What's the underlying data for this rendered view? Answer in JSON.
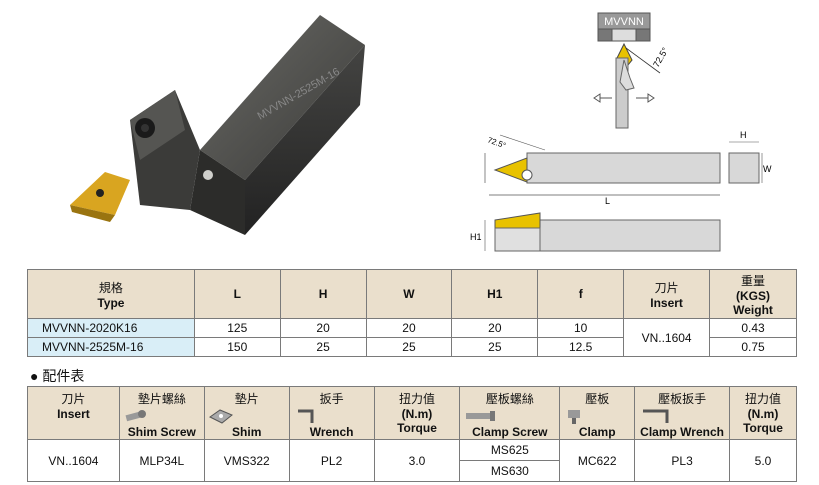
{
  "drawing": {
    "model_label": "MVVNN",
    "holder_marking": "MVVNN-2525M-16",
    "angle_top": "72.5°",
    "angle_side": "72.5°",
    "dim_L": "L",
    "dim_H": "H",
    "dim_W": "W",
    "dim_H1": "H1"
  },
  "spec_table": {
    "headers": [
      {
        "zh": "規格",
        "en": "Type"
      },
      {
        "zh": "",
        "en": "L"
      },
      {
        "zh": "",
        "en": "H"
      },
      {
        "zh": "",
        "en": "W"
      },
      {
        "zh": "",
        "en": "H1"
      },
      {
        "zh": "",
        "en": "f"
      },
      {
        "zh": "刀片",
        "en": "Insert"
      },
      {
        "zh": "重量",
        "en": "(KGS)\nWeight"
      }
    ],
    "rows": [
      {
        "type": "MVVNN-2020K16",
        "L": "125",
        "H": "20",
        "W": "20",
        "H1": "20",
        "f": "10",
        "weight": "0.43"
      },
      {
        "type": "MVVNN-2525M-16",
        "L": "150",
        "H": "25",
        "W": "25",
        "H1": "25",
        "f": "12.5",
        "weight": "0.75"
      }
    ],
    "insert": "VN..1604"
  },
  "accessories": {
    "title": "● 配件表",
    "headers": [
      {
        "zh": "刀片",
        "en": "Insert",
        "icon": ""
      },
      {
        "zh": "墊片螺絲",
        "en": "Shim Screw",
        "icon": "screw-icon"
      },
      {
        "zh": "墊片",
        "en": "Shim",
        "icon": "shim-icon"
      },
      {
        "zh": "扳手",
        "en": "Wrench",
        "icon": "wrench-icon"
      },
      {
        "zh": "扭力值",
        "en": "(N.m)\nTorque",
        "icon": ""
      },
      {
        "zh": "壓板螺絲",
        "en": "Clamp Screw",
        "icon": "clamp-screw-icon"
      },
      {
        "zh": "壓板",
        "en": "Clamp",
        "icon": "clamp-icon"
      },
      {
        "zh": "壓板扳手",
        "en": "Clamp Wrench",
        "icon": "wrench-icon"
      },
      {
        "zh": "扭力值",
        "en": "(N.m)\nTorque",
        "icon": ""
      }
    ],
    "row": {
      "insert": "VN..1604",
      "shim_screw": "MLP34L",
      "shim": "VMS322",
      "wrench": "PL2",
      "torque1": "3.0",
      "clamp_screw": [
        "MS625",
        "MS630"
      ],
      "clamp": "MC622",
      "clamp_wrench": "PL3",
      "torque2": "5.0"
    }
  }
}
